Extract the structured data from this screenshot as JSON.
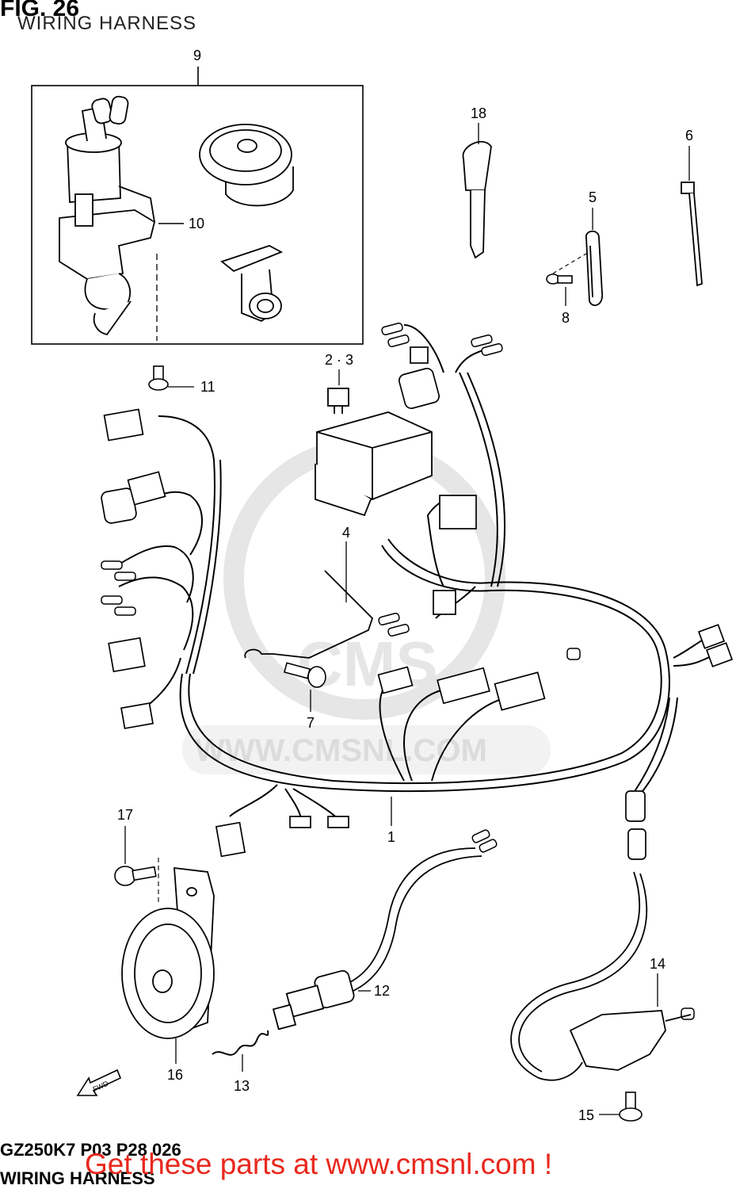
{
  "header": {
    "fig_label": "FIG. 26",
    "subtitle": "WIRING HARNESS"
  },
  "watermark": {
    "logo": "CMS",
    "url": "WWW.CMSNL.COM"
  },
  "callouts": {
    "c1": "1",
    "c23": "2 · 3",
    "c4": "4",
    "c5": "5",
    "c6": "6",
    "c7": "7",
    "c8": "8",
    "c9": "9",
    "c10": "10",
    "c11": "11",
    "c12": "12",
    "c13": "13",
    "c14": "14",
    "c15": "15",
    "c16": "16",
    "c17": "17",
    "c18": "18"
  },
  "fwd_label": "FWD",
  "footer": {
    "model_code": "GZ250K7 P03 P28 026",
    "section_name": "WIRING HARNESS",
    "promo": "Get these parts at www.cmsnl.com !"
  },
  "colors": {
    "line": "#000000",
    "promo": "#e8281e",
    "watermark": "#e6e6e6"
  }
}
